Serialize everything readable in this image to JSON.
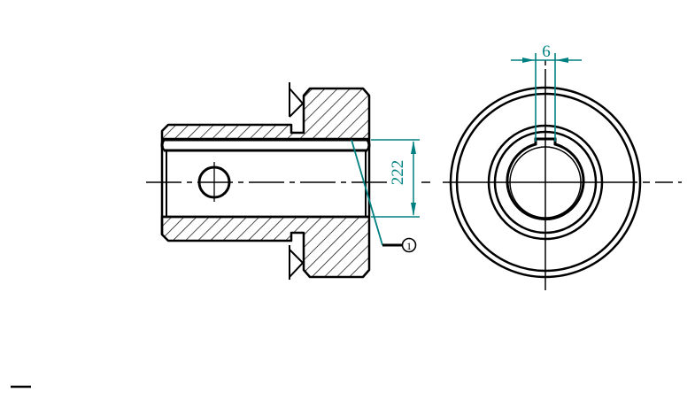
{
  "drawing": {
    "type": "mechanical-part-drawing",
    "views": [
      {
        "name": "section-view",
        "description": "sectioned sleeve with flange, cross hole"
      },
      {
        "name": "end-view",
        "description": "concentric circles with keyway"
      }
    ]
  },
  "dimensions": {
    "bore_height": "222",
    "keyway_width": "6"
  },
  "annotations": {
    "balloon_label": "1"
  },
  "colors": {
    "geometry": "#000000",
    "dimension": "#008080",
    "background": "#ffffff"
  },
  "corner_mark": "—"
}
